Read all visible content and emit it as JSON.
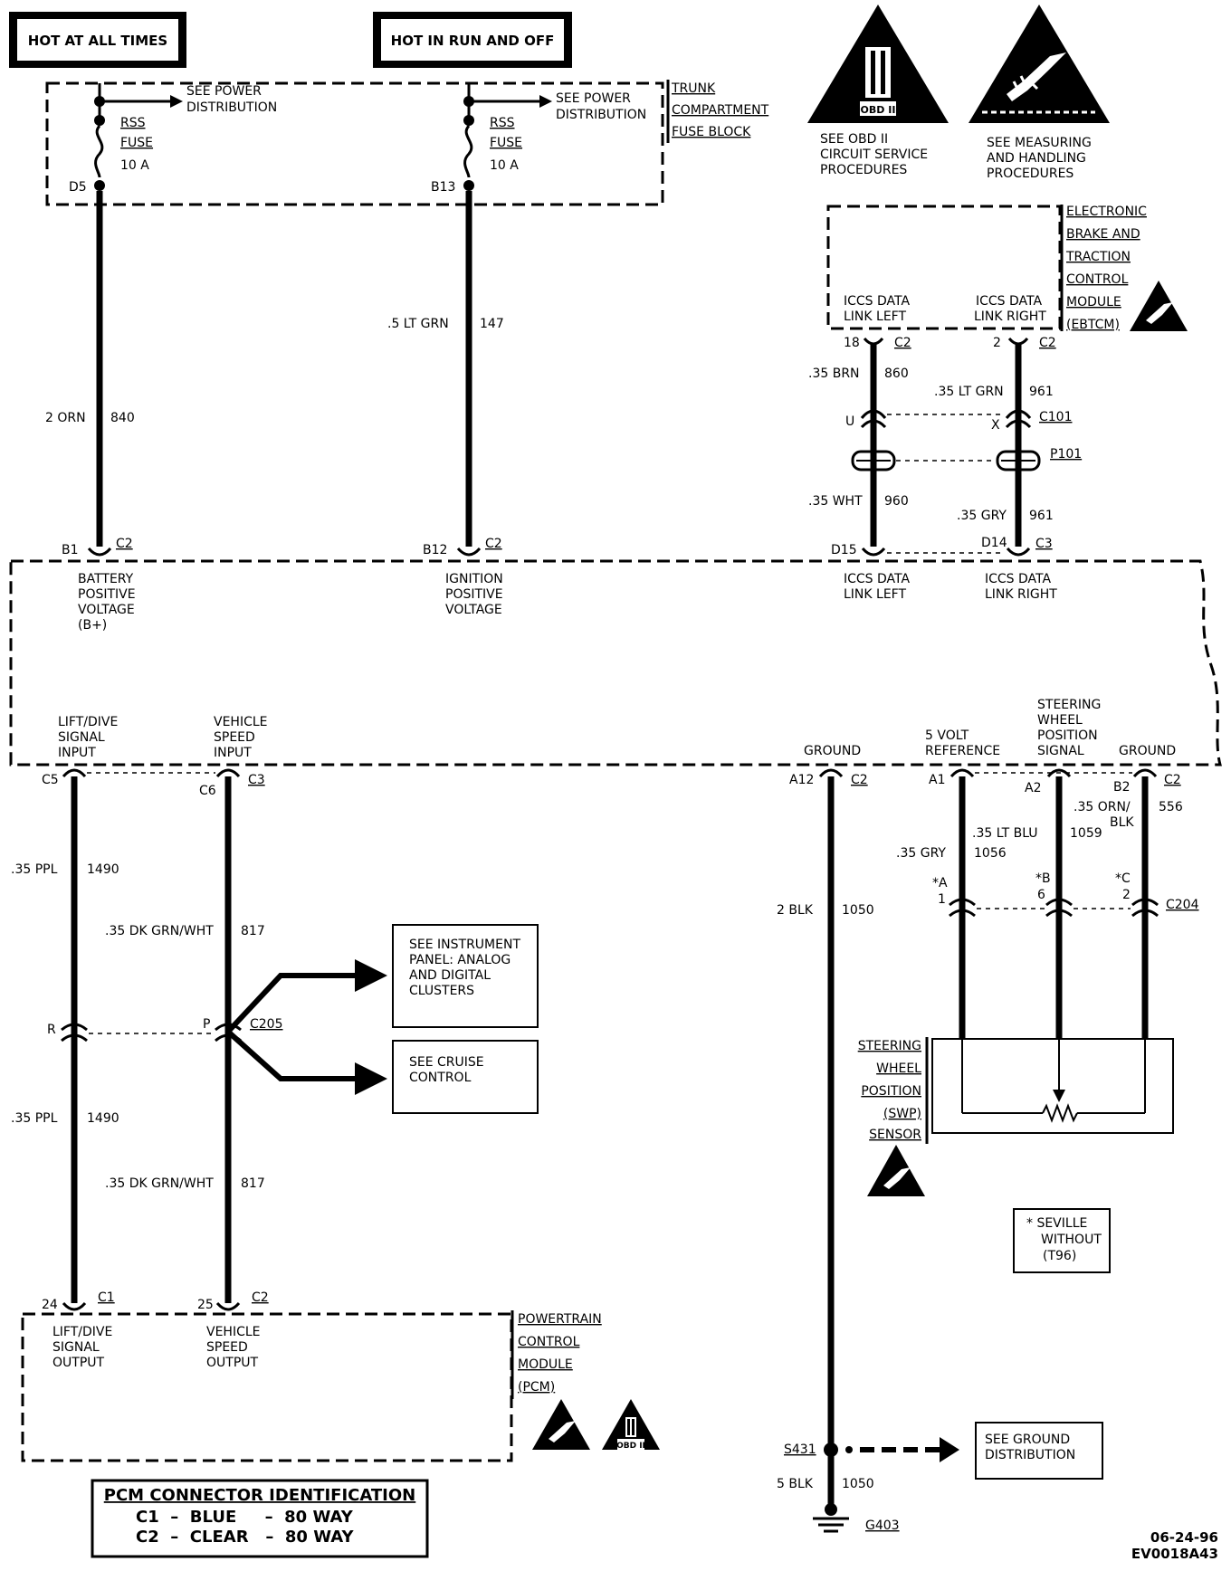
{
  "power": {
    "hot_at_all_times": "HOT AT ALL TIMES",
    "hot_in_run": "HOT IN RUN AND OFF"
  },
  "fuse_block": {
    "title_1": "TRUNK",
    "title_2": "COMPARTMENT",
    "title_3": "FUSE BLOCK",
    "see_power_1a": "SEE POWER",
    "see_power_1b": "DISTRIBUTION",
    "see_power_2a": "SEE POWER",
    "see_power_2b": "DISTRIBUTION",
    "fuse1_name_a": "RSS",
    "fuse1_name_b": "FUSE",
    "fuse1_rating": "10 A",
    "fuse1_pin": "D5",
    "fuse2_name_a": "RSS",
    "fuse2_name_b": "FUSE",
    "fuse2_rating": "10 A",
    "fuse2_pin": "B13"
  },
  "notes": {
    "obd_1": "SEE OBD II",
    "obd_2": "CIRCUIT SERVICE",
    "obd_3": "PROCEDURES",
    "obd_symbol": "OBD II",
    "esd_1": "SEE MEASURING",
    "esd_2": "AND HANDLING",
    "esd_3": "PROCEDURES",
    "seville_1": "* SEVILLE",
    "seville_2": "WITHOUT",
    "seville_3": "(T96)",
    "pcm_obd_symbol": "OBD II"
  },
  "ebtcm": {
    "title_1": "ELECTRONIC",
    "title_2": "BRAKE AND",
    "title_3": "TRACTION",
    "title_4": "CONTROL",
    "title_5": "MODULE",
    "title_6": "(EBTCM)",
    "left_a": "ICCS DATA",
    "left_b": "LINK LEFT",
    "right_a": "ICCS DATA",
    "right_b": "LINK RIGHT",
    "pin_left": "18",
    "conn_left": "C2",
    "pin_right": "2",
    "conn_right": "C2"
  },
  "inline": {
    "c101": "C101",
    "p101": "P101",
    "c101_left_pin": "U",
    "c101_right_pin": "X",
    "c205": "C205",
    "c205_left_pin": "R",
    "c205_right_pin": "P",
    "c204": "C204",
    "c204_a_pin": "*A",
    "c204_a_num": "1",
    "c204_b_pin": "*B",
    "c204_b_num": "6",
    "c204_c_pin": "*C",
    "c204_c_num": "2"
  },
  "wires": {
    "w840_size": "2 ORN",
    "w840_num": "840",
    "w147_size": ".5 LT GRN",
    "w147_num": "147",
    "w860_size": ".35 BRN",
    "w860_num": "860",
    "w961_size": ".35 LT GRN",
    "w961_num": "961",
    "w960_size": ".35 WHT",
    "w960_num": "960",
    "w961b_size": ".35 GRY",
    "w961b_num": "961",
    "w1490_size": ".35 PPL",
    "w1490_num": "1490",
    "w817_size": ".35 DK GRN/WHT",
    "w817_num": "817",
    "w1490b_size": ".35 PPL",
    "w1490b_num": "1490",
    "w817b_size": ".35 DK GRN/WHT",
    "w817b_num": "817",
    "w1050_size": "2 BLK",
    "w1050_num": "1050",
    "w1056_size": ".35 GRY",
    "w1056_num": "1056",
    "w1059_size": ".35 LT BLU",
    "w1059_num": "1059",
    "w556_size_a": ".35 ORN/",
    "w556_size_b": "BLK",
    "w556_num": "556",
    "w1050b_size": "5 BLK",
    "w1050b_num": "1050"
  },
  "module": {
    "b1_pin": "B1",
    "b1_conn": "C2",
    "b1_a": "BATTERY",
    "b1_b": "POSITIVE",
    "b1_c": "VOLTAGE",
    "b1_d": "(B+)",
    "b12_pin": "B12",
    "b12_conn": "C2",
    "b12_a": "IGNITION",
    "b12_b": "POSITIVE",
    "b12_c": "VOLTAGE",
    "d15_pin": "D15",
    "d15_a": "ICCS DATA",
    "d15_b": "LINK LEFT",
    "d14_pin": "D14",
    "d14_conn": "C3",
    "d14_a": "ICCS DATA",
    "d14_b": "LINK RIGHT",
    "c5_pin": "C5",
    "c5_a": "LIFT/DIVE",
    "c5_b": "SIGNAL",
    "c5_c": "INPUT",
    "c6_pin": "C6",
    "c6_conn": "C3",
    "c6_a": "VEHICLE",
    "c6_b": "SPEED",
    "c6_c": "INPUT",
    "a12_pin": "A12",
    "a12_conn": "C2",
    "a12_a": "GROUND",
    "a1_pin": "A1",
    "a1_a": "5 VOLT",
    "a1_b": "REFERENCE",
    "a2_pin": "A2",
    "a2_a": "STEERING",
    "a2_b": "WHEEL",
    "a2_c": "POSITION",
    "a2_d": "SIGNAL",
    "b2_pin": "B2",
    "b2_conn": "C2",
    "b2_a": "GROUND"
  },
  "refs": {
    "ip_1": "SEE INSTRUMENT",
    "ip_2": "PANEL: ANALOG",
    "ip_3": "AND DIGITAL",
    "ip_4": "CLUSTERS",
    "cruise_1": "SEE CRUISE",
    "cruise_2": "CONTROL",
    "ground_1": "SEE GROUND",
    "ground_2": "DISTRIBUTION"
  },
  "swp": {
    "title_1": "STEERING",
    "title_2": "WHEEL",
    "title_3": "POSITION",
    "title_4": "(SWP)",
    "title_5": "SENSOR"
  },
  "pcm": {
    "title_1": "POWERTRAIN",
    "title_2": "CONTROL",
    "title_3": "MODULE",
    "title_4": "(PCM)",
    "pin24": "24",
    "pin24_conn": "C1",
    "pin24_a": "LIFT/DIVE",
    "pin24_b": "SIGNAL",
    "pin24_c": "OUTPUT",
    "pin25": "25",
    "pin25_conn": "C2",
    "pin25_a": "VEHICLE",
    "pin25_b": "SPEED",
    "pin25_c": "OUTPUT"
  },
  "ground": {
    "s431": "S431",
    "g403": "G403"
  },
  "pcm_conn_id": {
    "title": "PCM CONNECTOR IDENTIFICATION",
    "c1": "C1  –  BLUE     –  80 WAY",
    "c2": "C2  –  CLEAR   –  80 WAY"
  },
  "footer": {
    "date": "06-24-96",
    "code": "EV0018A43"
  }
}
